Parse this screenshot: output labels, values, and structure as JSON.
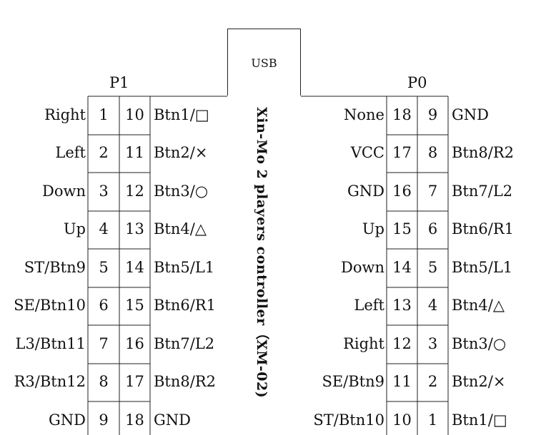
{
  "usb_label": "USB",
  "title": "Xin-Mo 2 players controller（XM-02)",
  "p1": {
    "header": "P1",
    "rows": [
      {
        "left": "Right",
        "pin_a": "1",
        "pin_b": "10",
        "right": "Btn1/□"
      },
      {
        "left": "Left",
        "pin_a": "2",
        "pin_b": "11",
        "right": "Btn2/×"
      },
      {
        "left": "Down",
        "pin_a": "3",
        "pin_b": "12",
        "right": "Btn3/○"
      },
      {
        "left": "Up",
        "pin_a": "4",
        "pin_b": "13",
        "right": "Btn4/△"
      },
      {
        "left": "ST/Btn9",
        "pin_a": "5",
        "pin_b": "14",
        "right": "Btn5/L1"
      },
      {
        "left": "SE/Btn10",
        "pin_a": "6",
        "pin_b": "15",
        "right": "Btn6/R1"
      },
      {
        "left": "L3/Btn11",
        "pin_a": "7",
        "pin_b": "16",
        "right": "Btn7/L2"
      },
      {
        "left": "R3/Btn12",
        "pin_a": "8",
        "pin_b": "17",
        "right": "Btn8/R2"
      },
      {
        "left": "GND",
        "pin_a": "9",
        "pin_b": "18",
        "right": "GND"
      }
    ]
  },
  "p0": {
    "header": "P0",
    "rows": [
      {
        "left": "None",
        "pin_a": "18",
        "pin_b": "9",
        "right": "GND"
      },
      {
        "left": "VCC",
        "pin_a": "17",
        "pin_b": "8",
        "right": "Btn8/R2"
      },
      {
        "left": "GND",
        "pin_a": "16",
        "pin_b": "7",
        "right": "Btn7/L2"
      },
      {
        "left": "Up",
        "pin_a": "15",
        "pin_b": "6",
        "right": "Btn6/R1"
      },
      {
        "left": "Down",
        "pin_a": "14",
        "pin_b": "5",
        "right": "Btn5/L1"
      },
      {
        "left": "Left",
        "pin_a": "13",
        "pin_b": "4",
        "right": "Btn4/△"
      },
      {
        "left": "Right",
        "pin_a": "12",
        "pin_b": "3",
        "right": "Btn3/○"
      },
      {
        "left": "SE/Btn9",
        "pin_a": "11",
        "pin_b": "2",
        "right": "Btn2/×"
      },
      {
        "left": "ST/Btn10",
        "pin_a": "10",
        "pin_b": "1",
        "right": "Btn1/□"
      }
    ]
  }
}
